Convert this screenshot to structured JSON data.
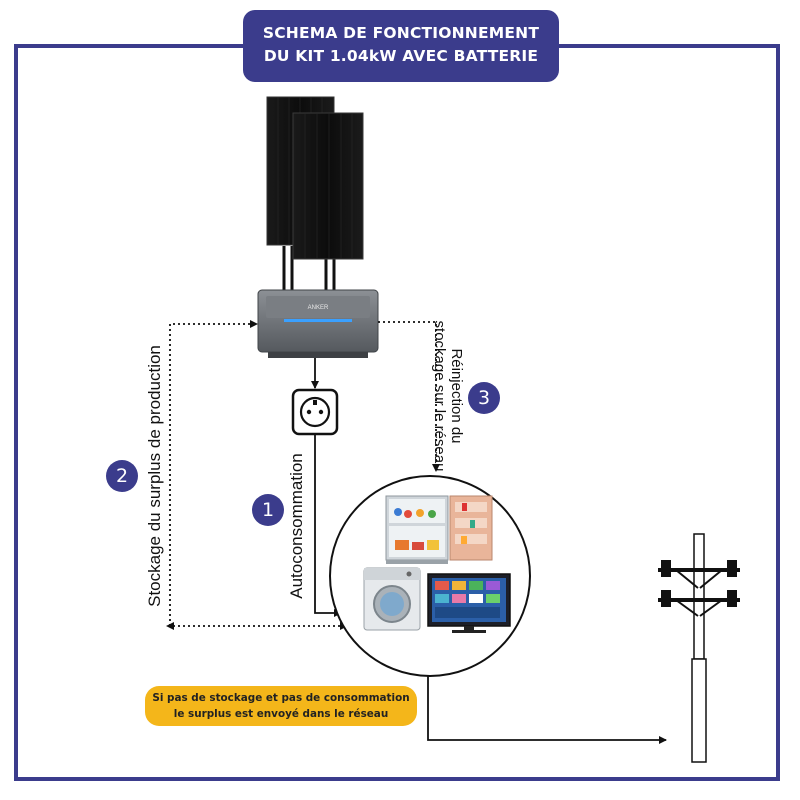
{
  "title": {
    "line1": "SCHEMA DE FONCTIONNEMENT",
    "line2": "DU KIT 1.04kW AVEC BATTERIE"
  },
  "steps": [
    {
      "number": "1",
      "label": "Autoconsommation"
    },
    {
      "number": "2",
      "label": "Stockage du surplus de production"
    },
    {
      "number": "3",
      "label_line1": "Réinjection du",
      "label_line2": "stockage sur le réseau"
    }
  ],
  "note": {
    "line1": "Si pas de stockage et pas de consommation",
    "line2": "le surplus est envoyé dans le réseau"
  },
  "battery_brand": "ANKER",
  "colors": {
    "brand": "#3b3c8c",
    "note_bg": "#f4b61a",
    "panel": "#121212",
    "battery": "#6b6f74"
  },
  "icons": [
    "solar-panel-icon",
    "battery-icon",
    "power-outlet-icon",
    "fridge-icon",
    "washing-machine-icon",
    "tv-icon",
    "utility-pole-icon"
  ]
}
